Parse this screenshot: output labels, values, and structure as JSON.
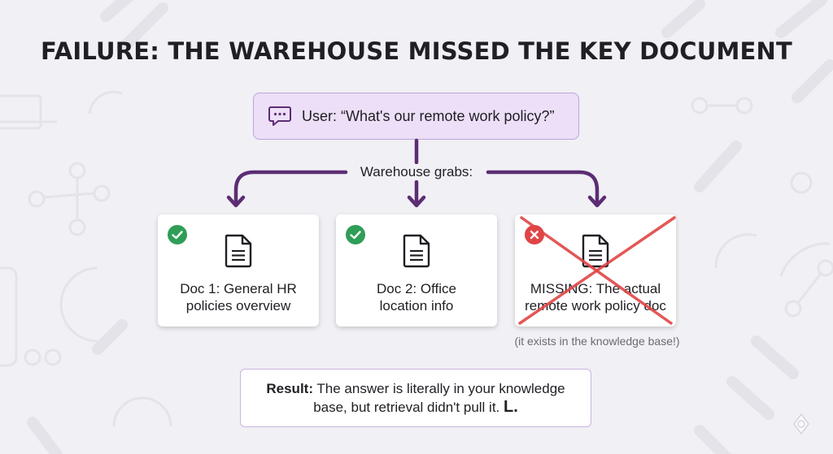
{
  "title": "FAILURE: THE WAREHOUSE MISSED THE KEY DOCUMENT",
  "query": {
    "icon": "chat-bubble-icon",
    "text": "User: “What's our remote work policy?”"
  },
  "grab_label": "Warehouse grabs:",
  "documents": [
    {
      "status": "found",
      "status_icon": "check-circle-icon",
      "label": "Doc 1: General HR\npolicies overview"
    },
    {
      "status": "found",
      "status_icon": "check-circle-icon",
      "label": "Doc 2: Office\nlocation info"
    },
    {
      "status": "missing",
      "status_icon": "x-circle-icon",
      "label": "MISSING: The actual\nremote work policy doc"
    }
  ],
  "missing_note": "(it exists in the knowledge base!)",
  "result": {
    "prefix": "Result:",
    "text_line1": " The answer is literally in your knowledge",
    "text_line2": "base, but retrieval didn't pull it. ",
    "emphasis": "L."
  },
  "colors": {
    "background": "#f1f0f5",
    "accent_purple": "#5c2d73",
    "query_fill": "#ecdff7",
    "success_green": "#2f9e57",
    "error_red": "#e04545"
  }
}
